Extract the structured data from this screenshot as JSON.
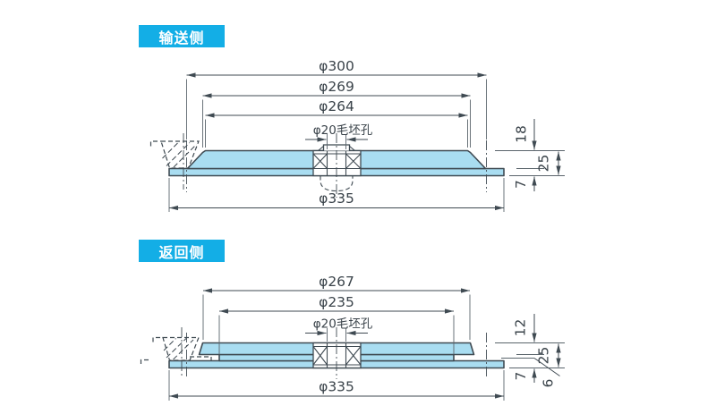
{
  "colors": {
    "accent": "#13aee6",
    "part_fill": "#a9ddf1",
    "line": "#3f4a52",
    "text": "#3a434a",
    "background": "#ffffff"
  },
  "conveying": {
    "label": "输送侧",
    "dims": {
      "d300": "φ300",
      "d269": "φ269",
      "d264": "φ264",
      "hole": "φ20毛坯孔",
      "d335": "φ335",
      "t18": "18",
      "t25": "25",
      "t7": "7"
    }
  },
  "return": {
    "label": "返回侧",
    "dims": {
      "d267": "φ267",
      "d235": "φ235",
      "hole": "φ20毛坯孔",
      "d335": "φ335",
      "t12": "12",
      "t25": "25",
      "t7": "7",
      "t6": "6"
    }
  }
}
